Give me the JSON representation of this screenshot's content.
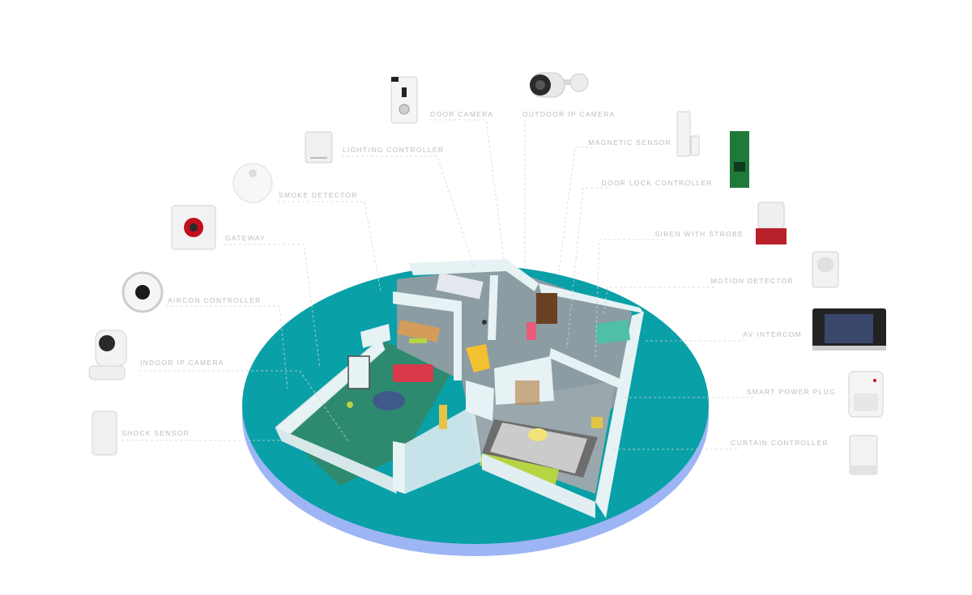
{
  "labels": {
    "door_camera": "DOOR CAMERA",
    "outdoor_ip_camera": "OUTDOOR IP CAMERA",
    "lighting_controller": "LIGHTING CONTROLLER",
    "magnetic_sensor": "MAGNETIC SENSOR",
    "smoke_detector": "SMOKE DETECTOR",
    "door_lock_controller": "DOOR LOCK CONTROLLER",
    "gateway": "GATEWAY",
    "siren_with_strobe": "SIREN WITH STROBE",
    "motion_detector": "MOTION DETECTOR",
    "aircon_controller": "AIRCON CONTROLLER",
    "av_intercom": "AV INTERCOM",
    "indoor_ip_camera": "INDOOR IP CAMERA",
    "smart_power_plug": "SMART POWER PLUG",
    "shock_sensor": "SHOCK SENSOR",
    "curtain_controller": "CURTAIN CONTROLLER"
  },
  "colors": {
    "platform": "#0aa0a8",
    "platform_shadow": "#9db5f5",
    "wall": "#e6f2f4",
    "floor": "#8c9ca3",
    "label_text": "#b9bcbf",
    "leader_line": "#cfd3d6"
  }
}
